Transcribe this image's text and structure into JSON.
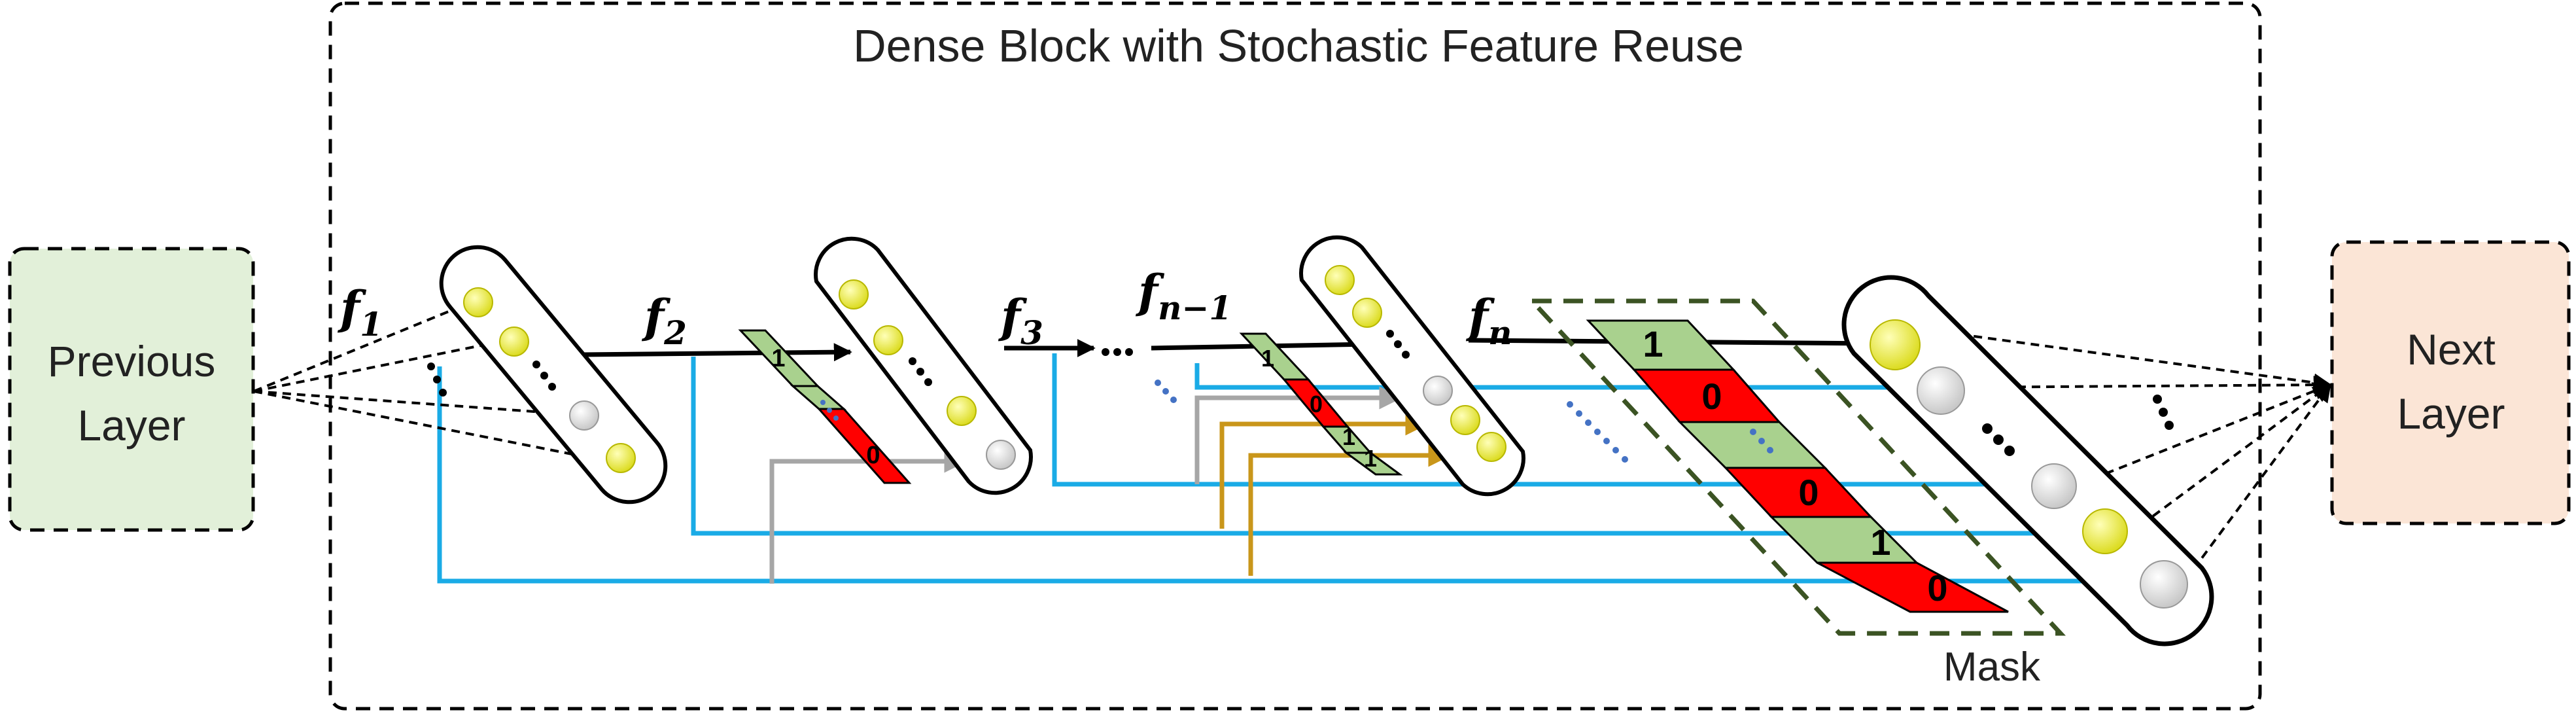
{
  "block": {
    "title": "Dense Block with Stochastic Feature Reuse"
  },
  "input": {
    "line1": "Previous",
    "line2": "Layer"
  },
  "output": {
    "line1": "Next",
    "line2": "Layer"
  },
  "features": {
    "f1": {
      "base": "f",
      "sub": "1"
    },
    "f2": {
      "base": "f",
      "sub": "2"
    },
    "f3": {
      "base": "f",
      "sub": "3"
    },
    "fn1": {
      "base": "f",
      "sub": "n−1"
    },
    "fn": {
      "base": "f",
      "sub": "n"
    }
  },
  "mask": {
    "label": "Mask",
    "small_mask_1": [
      "1",
      "0"
    ],
    "small_mask_2": [
      "1",
      "0",
      "1",
      "1"
    ],
    "large_mask": [
      "1",
      "0",
      "0",
      "1",
      "0"
    ]
  },
  "colors": {
    "input_box": "#e2f0d9",
    "output_box": "#fbe5d6",
    "mask_one": "#a9d18e",
    "mask_zero": "#ff0000",
    "mask_outline": "#3b5323",
    "skip_blue": "#1aabe6",
    "skip_gray": "#a6a6a6",
    "skip_gold": "#c9961a",
    "node_yellow": "#eaea3a",
    "node_gray": "#d9d9d9"
  }
}
